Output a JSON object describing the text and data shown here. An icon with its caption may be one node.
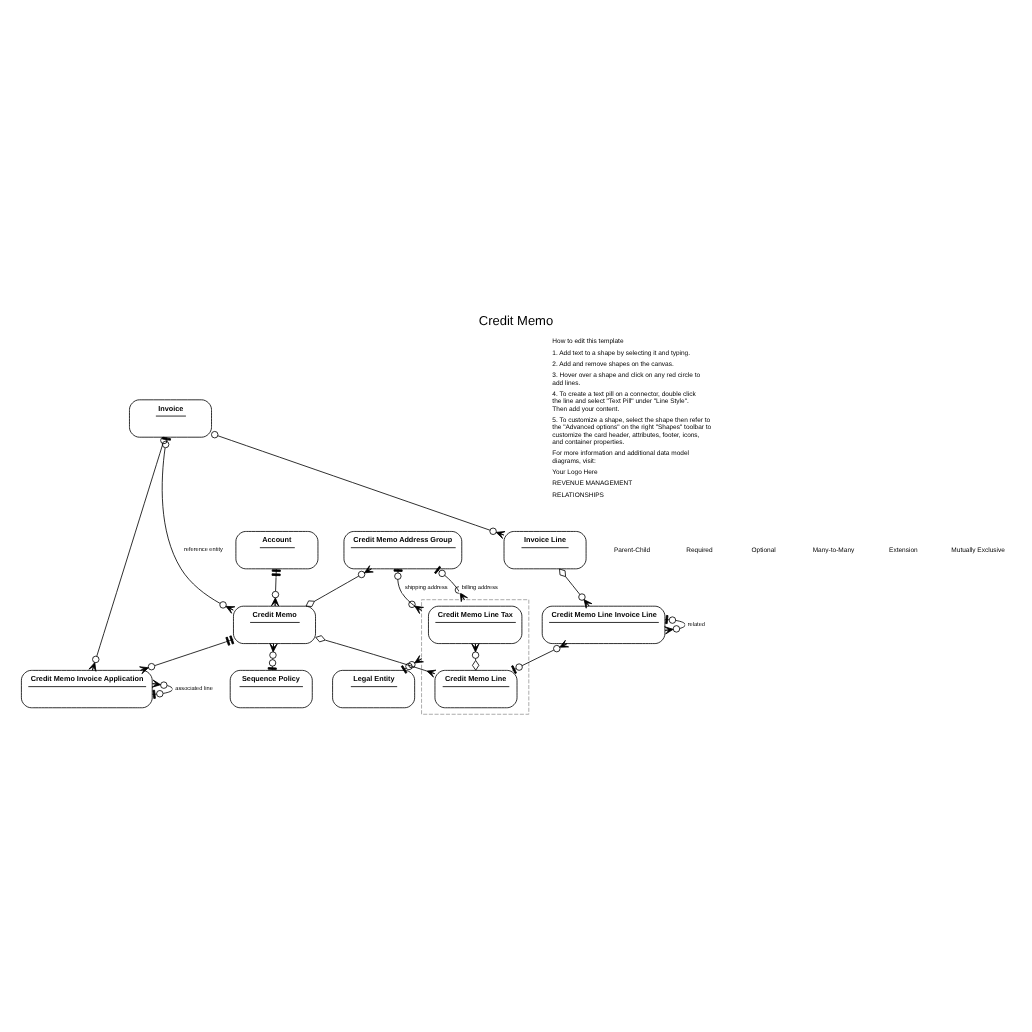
{
  "diagram": {
    "title": "Credit Memo",
    "nodes": [
      {
        "text": [
          "Invoice"
        ]
      },
      {
        "text": [
          "Credit Memo Invoice Application"
        ]
      },
      {
        "text": [
          "Account"
        ]
      },
      {
        "text": [
          "Invoice Line"
        ]
      },
      {
        "text": [
          "Credit Memo Address Group"
        ]
      },
      {
        "text": [
          "Credit Memo"
        ]
      },
      {
        "text": [
          "Sequence Policy"
        ]
      },
      {
        "text": [],
        "shape": "box"
      },
      {
        "text": [
          "Credit Memo Line Tax"
        ],
        "in": 7
      },
      {
        "text": [
          "Credit Memo Line"
        ],
        "in": 7
      },
      {
        "text": [
          "Credit Memo Line Invoice Line"
        ]
      },
      {
        "text": [
          "Legal Entity"
        ]
      }
    ],
    "edges": [
      {
        "from": 0,
        "to": 1,
        "arrow": "other"
      },
      {
        "from": 0,
        "to": 5,
        "arrow": "other",
        "label": "reference entity"
      },
      {
        "from": 0,
        "to": 3,
        "arrow": "other"
      },
      {
        "from": 2,
        "to": 5,
        "arrow": "other"
      },
      {
        "from": 4,
        "to": 5,
        "arrow": "other"
      },
      {
        "from": 5,
        "to": 1,
        "arrow": "other"
      },
      {
        "from": 1,
        "to": 1,
        "arrow": "other",
        "label": "associated line"
      },
      {
        "from": 4,
        "to": 7,
        "arrow": "other",
        "label": "shipping address"
      },
      {
        "from": 4,
        "to": 7,
        "arrow": "other",
        "label": "billing address"
      },
      {
        "from": 5,
        "to": 9,
        "arrow": "other"
      },
      {
        "from": 5,
        "to": 6,
        "arrow": "other"
      },
      {
        "from": 7,
        "to": 11,
        "arrow": "other"
      },
      {
        "from": 3,
        "to": 10,
        "arrow": "other"
      },
      {
        "from": 10,
        "to": 10,
        "arrow": "other",
        "label": "related"
      },
      {
        "from": 8,
        "to": 9,
        "arrow": "other"
      },
      {
        "from": 10,
        "to": 9,
        "arrow": "other"
      }
    ],
    "labels": [
      "How to edit this template",
      "1. Add text to a shape by selecting it and typing.",
      "2. Add and remove shapes on the canvas.",
      "3. Hover over a shape and click on any red circle to add lines.",
      "4. To create a text pill on a connector, double click the line and select \"Text Pill\" under \"Line Style\". Then add your content.",
      "5. To customize a shape, select the shape then refer to the \"Advanced options\" on the right \"Shapes\" toolbar to customize the card header, attributes, footer, icons, and container properties.",
      "For more information and additional data model diagrams, visit:",
      "Your Logo Here",
      "REVENUE MANAGEMENT",
      "RELATIONSHIPS"
    ],
    "legend": [
      {
        "text": "Parent-Child"
      },
      {
        "text": "Required"
      },
      {
        "text": "Optional"
      },
      {
        "text": "Many-to-Many"
      },
      {
        "text": "Extension"
      },
      {
        "text": "Mutually Exclusive"
      }
    ]
  }
}
